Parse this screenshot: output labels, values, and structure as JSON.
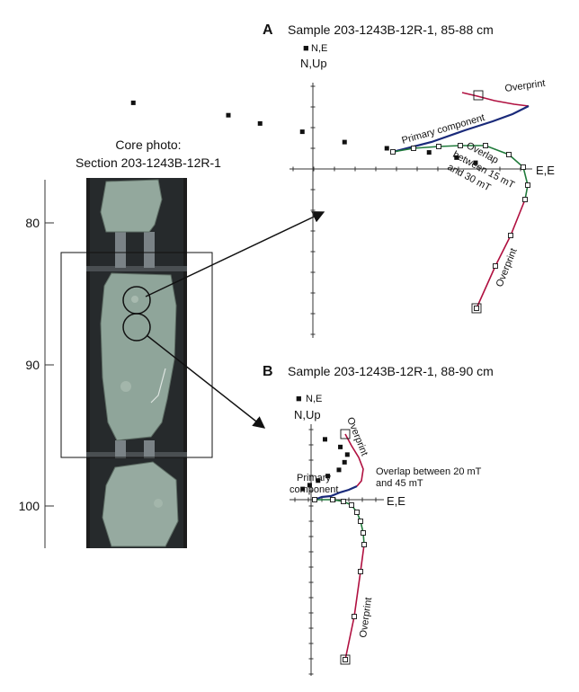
{
  "core": {
    "caption_line1": "Core photo:",
    "caption_line2": "Section 203-1243B-12R-1",
    "depth_ticks": [
      "80",
      "90",
      "100"
    ]
  },
  "panels": [
    {
      "letter": "A",
      "title": "Sample 203-1243B-12R-1, 85-88 cm",
      "legend_symbol": "■",
      "legend_text": "N,E",
      "axis_vertical": "N,Up",
      "axis_horizontal": "E,E",
      "labels": {
        "overprint_top": "Overprint",
        "primary": "Primary component",
        "overlap_1": "Overlap",
        "overlap_2": "between 15 mT",
        "overlap_3": "and 30 mT",
        "overprint_low": "Overprint"
      }
    },
    {
      "letter": "B",
      "title": "Sample 203-1243B-12R-1, 88-90 cm",
      "legend_symbol": "■",
      "legend_text": "N,E",
      "axis_vertical": "N,Up",
      "axis_horizontal": "E,E",
      "labels": {
        "overprint_top": "Overprint",
        "primary_1": "Primary",
        "primary_2": "component",
        "overlap_1": "Overlap between 20 mT",
        "overlap_2": "and 45 mT",
        "overprint_low": "Overprint"
      }
    }
  ],
  "colors": {
    "primary_line": "#1a2a7a",
    "overprint_line": "#b01040",
    "overlap_line": "#1f7a3a",
    "core_rock": "#8fa59a",
    "core_bg": "#1c1c1c"
  },
  "chart_data": [
    {
      "type": "scatter",
      "title": "Sample 203-1243B-12R-1, 85-88 cm",
      "xlabel": "E,E",
      "ylabel": "N,Up",
      "series": [
        {
          "name": "N,E",
          "x": [
            -8.5,
            -4.0,
            -2.5,
            -0.5,
            1.5,
            3.5,
            5.5,
            6.8,
            7.7
          ],
          "y": [
            3.2,
            2.6,
            2.2,
            1.8,
            1.3,
            1.0,
            0.8,
            0.55,
            0.3
          ]
        }
      ]
    },
    {
      "type": "scatter",
      "title": "Sample 203-1243B-12R-1, 88-90 cm",
      "xlabel": "E,E",
      "ylabel": "N,Up",
      "series": [
        {
          "name": "N,E",
          "x": [
            1.0,
            2.1,
            2.6,
            2.4,
            2.0,
            1.2,
            0.5,
            -0.1,
            -0.6
          ],
          "y": [
            7.9,
            6.9,
            5.9,
            4.9,
            3.9,
            3.1,
            2.5,
            1.9,
            1.4
          ]
        }
      ]
    }
  ]
}
